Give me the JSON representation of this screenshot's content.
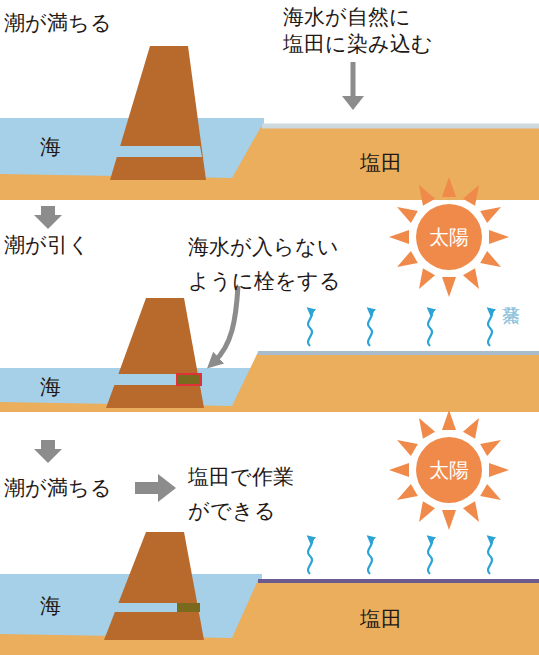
{
  "diagram": {
    "nodes": [
      {
        "text": [
          "太陽"
        ]
      },
      {
        "text": [
          "太陽"
        ]
      }
    ],
    "labels": [
      "潮が満ちる",
      "海水が自然に 塩田に染み込む",
      "海",
      "塩田",
      "潮が引く",
      "海水が入らない ように栓をする",
      "蒸発",
      "海",
      "潮が満ちる",
      "塩田で作業 ができる",
      "海",
      "塩田"
    ]
  }
}
